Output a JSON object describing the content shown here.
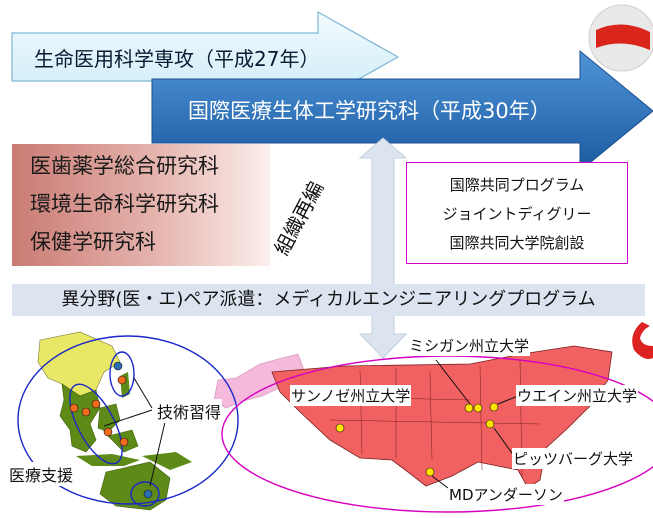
{
  "arrows": {
    "first": "生命医用科学専攻（平成27年）",
    "second": "国際医療生体工学研究科（平成30年）"
  },
  "reorganization_label": "組織再編",
  "former_schools": [
    "医歯薬学総合研究科",
    "環境生命科学研究科",
    "保健学研究科"
  ],
  "programs": [
    "国際共同プログラム",
    "ジョイントディグリー",
    "国際共同大学院創設"
  ],
  "dispatch_banner": "異分野(医・エ)ペア派遣：メディカルエンジニアリングプログラム",
  "asia_map": {
    "technical_training": "技術習得",
    "medical_support": "医療支援"
  },
  "us_map": {
    "universities": {
      "michigan": "ミシガン州立大学",
      "san_jose": "サンノゼ州立大学",
      "wayne": "ウエイン州立大学",
      "pittsburgh": "ピッツバーグ大学",
      "md_anderson": "MDアンダーソン"
    }
  },
  "colors": {
    "arrow_light": "#dff3fb",
    "arrow_dark": "#2a6db0",
    "usa_red": "#f26161",
    "japan_pink": "#f5b9dc",
    "asia_green": "#5e8a17",
    "oval_blue": "#1a28c8",
    "oval_magenta": "#d600c0",
    "dot_yellow": "#ffe500",
    "dot_orange": "#f26b1d"
  }
}
